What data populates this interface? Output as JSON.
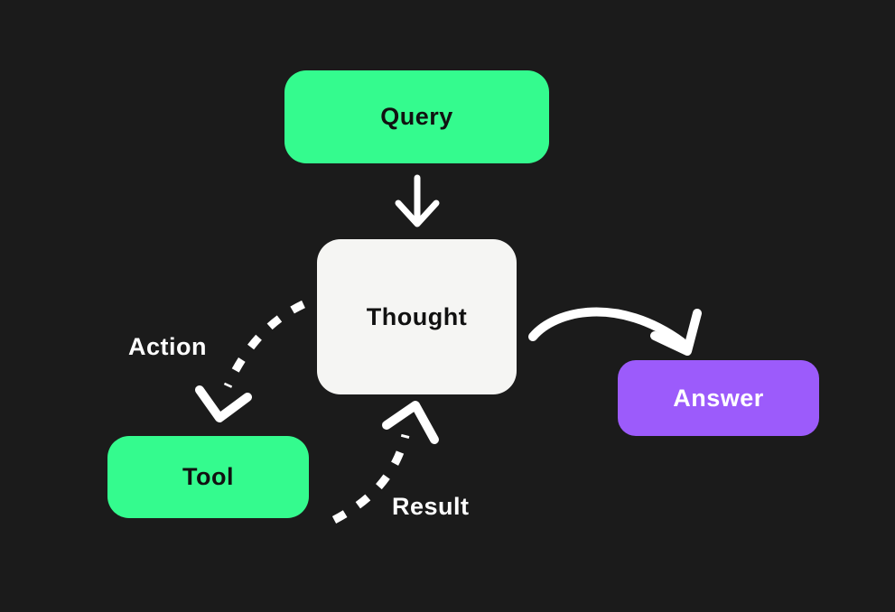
{
  "diagram": {
    "kind": "agent-loop-flow",
    "nodes": {
      "query": {
        "label": "Query"
      },
      "thought": {
        "label": "Thought"
      },
      "tool": {
        "label": "Tool"
      },
      "answer": {
        "label": "Answer"
      }
    },
    "edges": {
      "query_to_thought": {
        "label": "",
        "style": "solid-arrow-down"
      },
      "thought_to_answer": {
        "label": "",
        "style": "solid-curved-arrow"
      },
      "thought_to_tool": {
        "label": "Action",
        "style": "dashed-curved-arrow"
      },
      "tool_to_thought": {
        "label": "Result",
        "style": "dashed-curved-arrow"
      }
    }
  },
  "colors": {
    "background": "#1B1B1B",
    "node_green": "#34FB8E",
    "node_white": "#F5F5F3",
    "node_purple": "#9C5BFB",
    "arrow": "#FFFFFF",
    "text_dark": "#111111",
    "text_light": "#FFFFFF"
  }
}
